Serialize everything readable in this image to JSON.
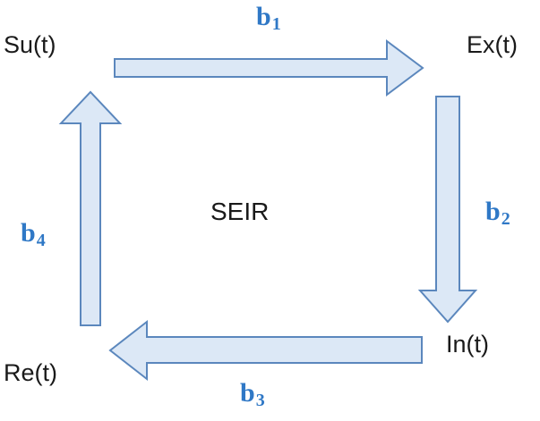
{
  "nodes": {
    "susceptible": "Su(t)",
    "exposed": "Ex(t)",
    "infected": "In(t)",
    "recovered": "Re(t)"
  },
  "center_label": "SEIR",
  "rates": {
    "b1": {
      "base": "b",
      "sub": "1"
    },
    "b2": {
      "base": "b",
      "sub": "2"
    },
    "b3": {
      "base": "b",
      "sub": "3"
    },
    "b4": {
      "base": "b",
      "sub": "4"
    }
  },
  "colors": {
    "arrow_fill": "#dce8f6",
    "arrow_stroke": "#5b87bd",
    "rate_text": "#2f78c6",
    "node_text": "#1a1a1a"
  }
}
